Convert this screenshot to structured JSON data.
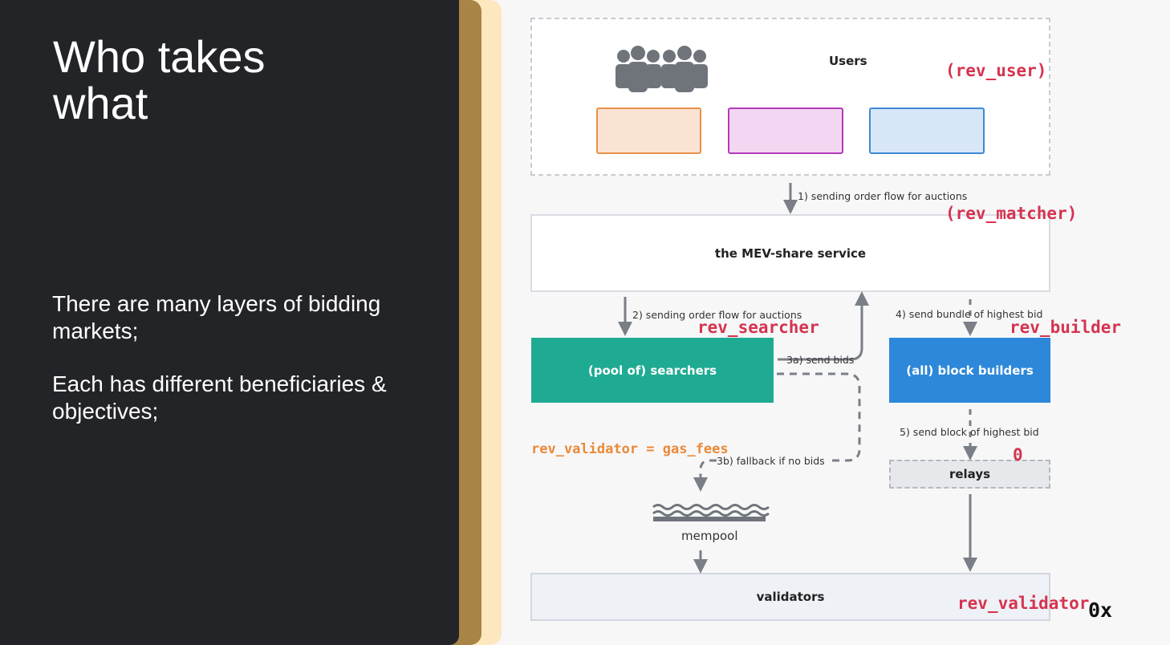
{
  "slide": {
    "title_line1": "Who takes",
    "title_line2": "what",
    "bullet1": "There are many layers of bidding markets;",
    "bullet2": "Each has different beneficiaries & objectives;"
  },
  "diagram": {
    "users": "Users",
    "rev_user": "(rev_user)",
    "step1": "1) sending order flow for auctions",
    "rev_matcher": "(rev_matcher)",
    "mev_share": "the MEV-share service",
    "step2": "2) sending order flow for auctions",
    "rev_searcher": "rev_searcher",
    "step4": "4) send bundle of highest bid",
    "rev_builder": "rev_builder",
    "searchers": "(pool of) searchers",
    "step3a": "3a) send bids",
    "builders": "(all) block builders",
    "step5": "5) send block of highest bid",
    "rev_validator_gas": "rev_validator = gas_fees",
    "step3b": "3b) fallback if no bids",
    "relay_rev": "0",
    "relays": "relays",
    "mempool": "mempool",
    "validators": "validators",
    "rev_validator": "rev_validator"
  },
  "branding": {
    "logo": "0x"
  },
  "colors": {
    "dark_panel": "#232428",
    "bronze": "#a88447",
    "cream": "#fde7bf",
    "searchers": "#1fab93",
    "builders": "#2d88d9",
    "rev_red": "#d6334f",
    "rev_orange": "#ea8a37"
  },
  "icons": [
    "users-group-icon",
    "mempool-waves-icon"
  ]
}
